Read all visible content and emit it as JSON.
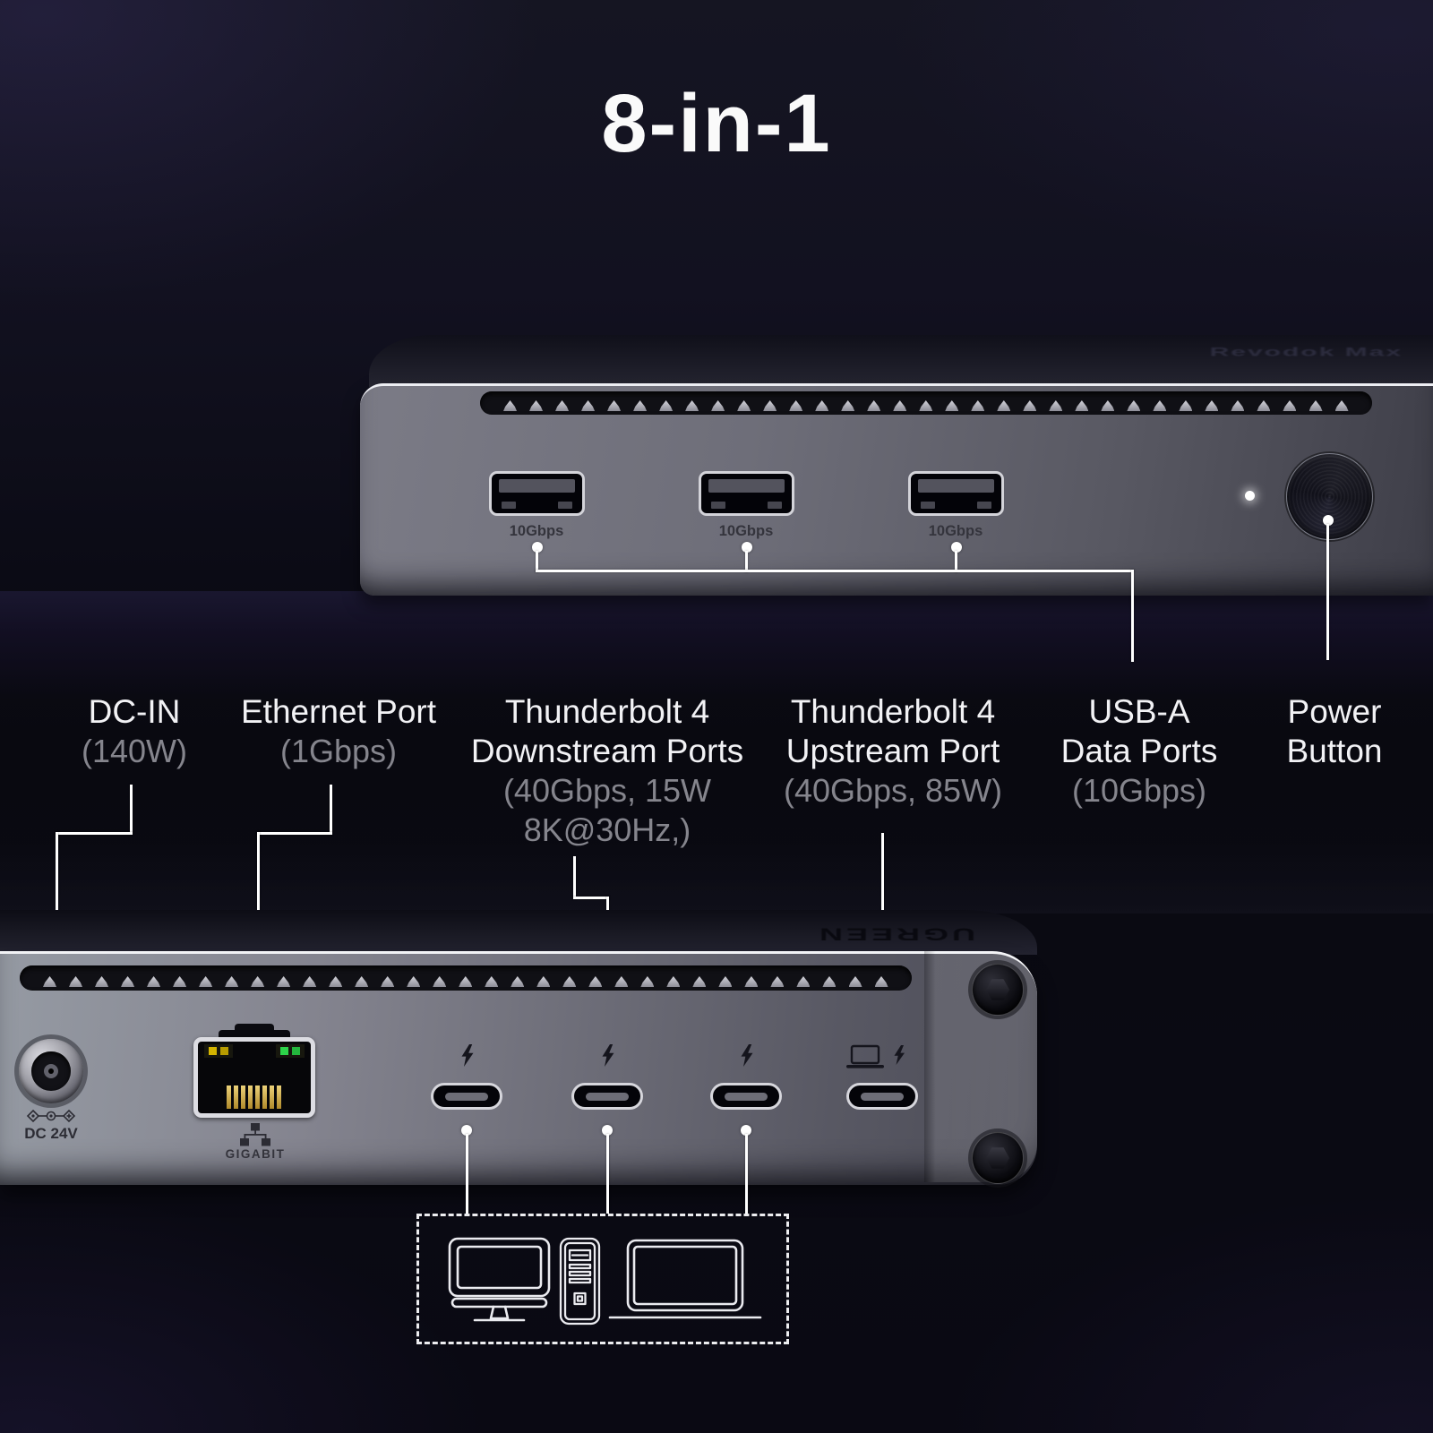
{
  "title": "8-in-1",
  "top_device": {
    "engraving": "Revodok Max",
    "port_labels": [
      "10Gbps",
      "10Gbps",
      "10Gbps"
    ]
  },
  "callout_labels": [
    {
      "id": "dc-in",
      "lines": [
        "DC-IN"
      ],
      "specs": [
        "(140W)"
      ]
    },
    {
      "id": "ethernet",
      "lines": [
        "Ethernet Port"
      ],
      "specs": [
        "(1Gbps)"
      ]
    },
    {
      "id": "tb-downstream",
      "lines": [
        "Thunderbolt 4",
        "Downstream Ports"
      ],
      "specs": [
        "(40Gbps,  15W",
        "8K@30Hz,)"
      ]
    },
    {
      "id": "tb-upstream",
      "lines": [
        "Thunderbolt 4",
        "Upstream Port"
      ],
      "specs": [
        "(40Gbps, 85W)"
      ]
    },
    {
      "id": "usb-a",
      "lines": [
        "USB-A",
        "Data Ports"
      ],
      "specs": [
        "(10Gbps)"
      ]
    },
    {
      "id": "power",
      "lines": [
        "Power",
        "Button"
      ],
      "specs": []
    }
  ],
  "bottom_device": {
    "engraving": "UGREEN",
    "dc_port_label": "DC 24V",
    "ethernet_port_label": "GIGABIT"
  },
  "icons": {
    "thunderbolt_ports": "lightning-bolt",
    "upstream_port": "laptop-with-lightning-bolt",
    "dc_port": "dc-polarity-icon",
    "ethernet_port": "network-nodes-icon",
    "connected_devices": [
      "desktop-monitor",
      "pc-tower",
      "laptop"
    ]
  },
  "colors": {
    "background": "#0d0c16",
    "device_body": "#6e6e79",
    "title_text": "#fafafa",
    "label_text": "#f2f2f5",
    "label_spec_text": "#85858d",
    "engraved_text": "#34343c",
    "callout_line": "#ffffff",
    "ethernet_led_left": "#d4b400",
    "ethernet_led_right": "#2dd44a",
    "ethernet_pins": "#d2a94e"
  }
}
